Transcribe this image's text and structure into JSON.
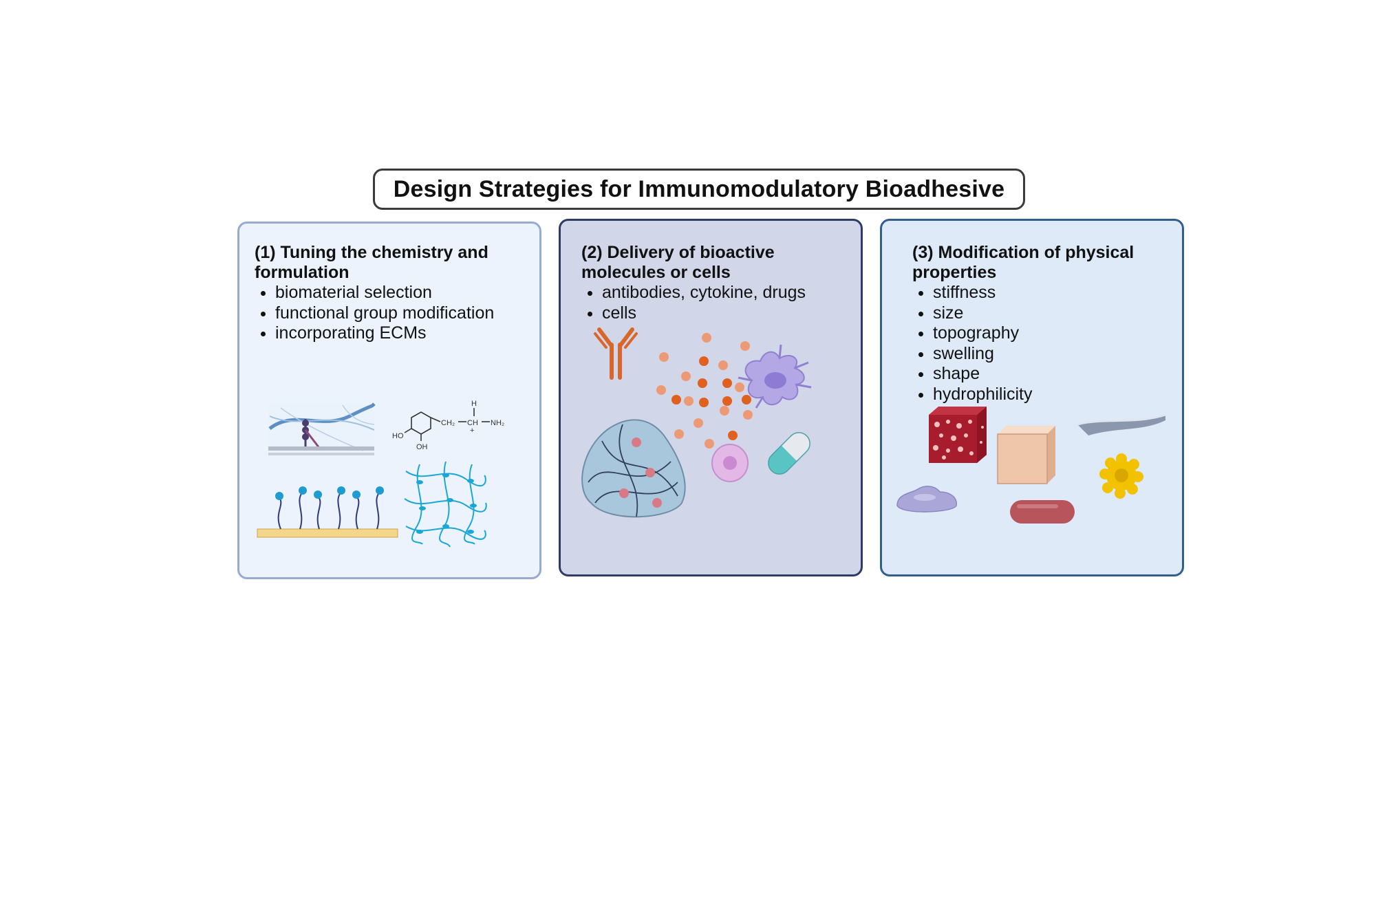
{
  "title": "Design Strategies for Immunomodulatory Bioadhesive",
  "panels": [
    {
      "heading": "(1) Tuning the chemistry and formulation",
      "items": [
        "biomaterial selection",
        "functional group modification",
        "incorporating ECMs"
      ],
      "colors": {
        "fill": "#ecf3fc",
        "border": "#97abd0"
      }
    },
    {
      "heading": "(2) Delivery of bioactive molecules or cells",
      "items": [
        "antibodies, cytokine, drugs",
        "cells"
      ],
      "colors": {
        "fill": "#d1d6e8",
        "border": "#2f3b62"
      }
    },
    {
      "heading": "(3) Modification of physical properties",
      "items": [
        "stiffness",
        "size",
        "topography",
        "swelling",
        "shape",
        "hydrophilicity"
      ],
      "colors": {
        "fill": "#dfeaf8",
        "border": "#325e8e"
      }
    }
  ],
  "molecule_labels": {
    "h": "H",
    "ch2": "CH₂",
    "ch": "CH",
    "nh2": "NH₂",
    "plus": "+",
    "ho": "HO",
    "oh": "OH"
  },
  "icons": [
    "membrane-fiber-icon",
    "dopamine-molecule-icon",
    "grafted-polymer-surface-icon",
    "hydrogel-network-icon",
    "antibody-icon",
    "cytokine-particles-icon",
    "dendritic-cell-icon",
    "hydrogel-with-cells-icon",
    "cell-icon",
    "capsule-icon",
    "porous-scaffold-icon",
    "soft-cube-icon",
    "film-icon",
    "nanoparticle-icon",
    "droplet-icon",
    "rod-particle-icon"
  ]
}
